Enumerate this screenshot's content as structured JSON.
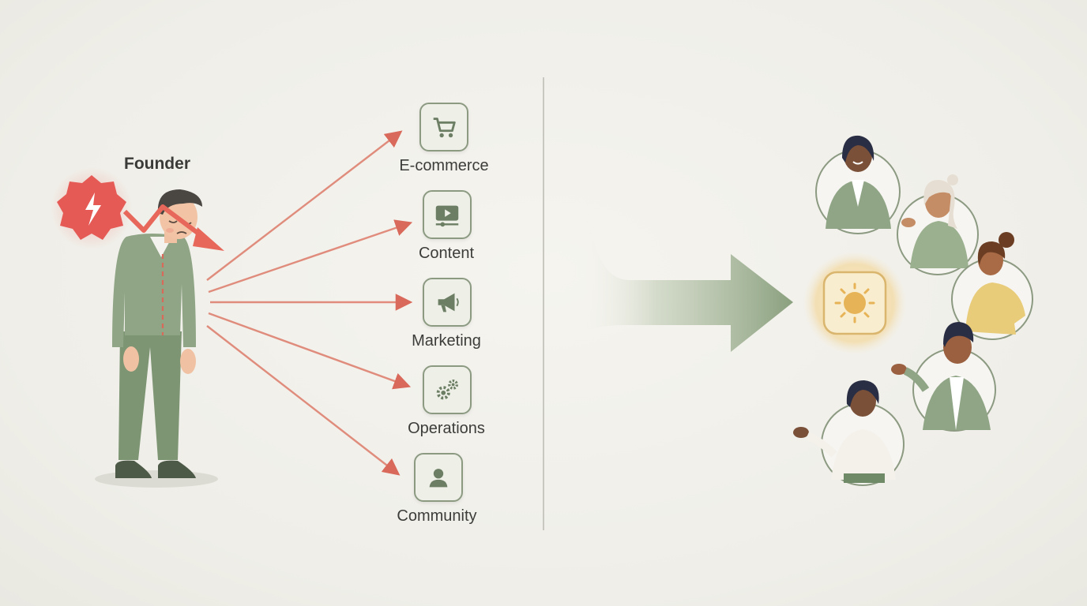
{
  "founder": {
    "label": "Founder"
  },
  "categories": [
    {
      "label": "E-commerce",
      "icon": "shopping-cart-icon"
    },
    {
      "label": "Content",
      "icon": "video-player-icon"
    },
    {
      "label": "Marketing",
      "icon": "megaphone-icon"
    },
    {
      "label": "Operations",
      "icon": "gears-icon"
    },
    {
      "label": "Community",
      "icon": "user-icon"
    }
  ],
  "colors": {
    "accent_red": "#d9695a",
    "sage_green": "#8a9e7e",
    "warm_gold": "#e8c98a",
    "background": "#f2f1ec"
  },
  "team": {
    "hub_icon": "sun-icon",
    "member_count": 5
  }
}
